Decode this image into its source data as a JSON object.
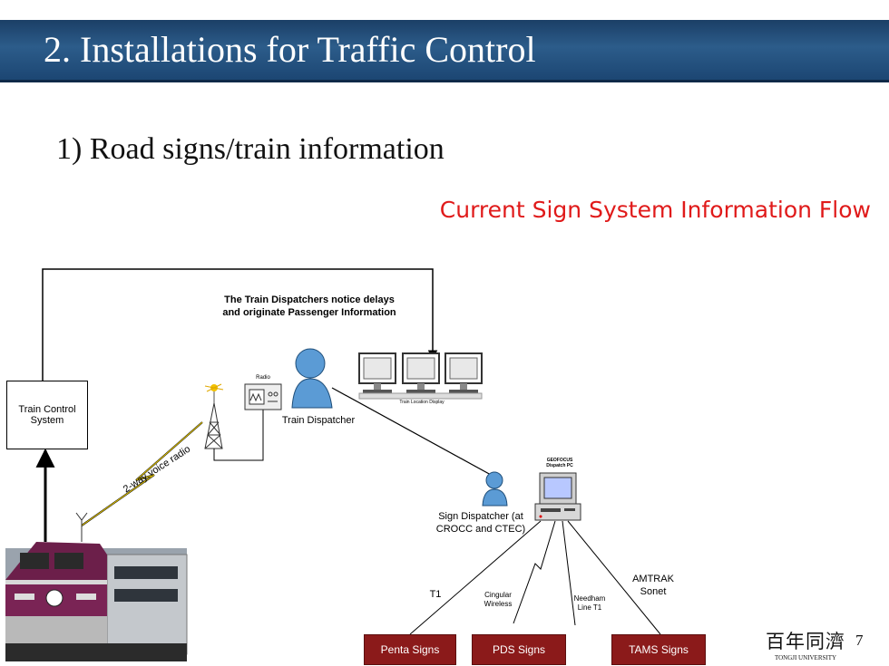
{
  "slide": {
    "title": "2. Installations for Traffic Control",
    "subtitle": "1) Road signs/train information",
    "flow_title": "Current Sign System Information Flow",
    "page_number": "7"
  },
  "diagram": {
    "train_control_system": "Train Control System",
    "dispatchers_note": "The Train Dispatchers notice delays and originate Passenger Information",
    "radio_label": "Radio",
    "train_dispatcher": "Train Dispatcher",
    "train_location_display": "Train Location Display",
    "voice_radio": "2-way voice radio",
    "geofocus": "GEOFOCUS Dispatch PC",
    "sign_dispatcher": "Sign Dispatcher (at CROCC and CTEC)",
    "t1": "T1",
    "cingular": "Cingular Wireless",
    "needham": "Needham Line T1",
    "amtrak": "AMTRAK Sonet",
    "signs": [
      "Penta Signs",
      "PDS Signs",
      "TAMS Signs"
    ]
  },
  "logo": {
    "cn": "百年同濟",
    "en": "TONGJI UNIVERSITY"
  },
  "colors": {
    "title_bar": "#1f4a75",
    "flow_title": "#e01a1a",
    "sign_box": "#8b1a1a",
    "person": "#5b9bd5"
  }
}
